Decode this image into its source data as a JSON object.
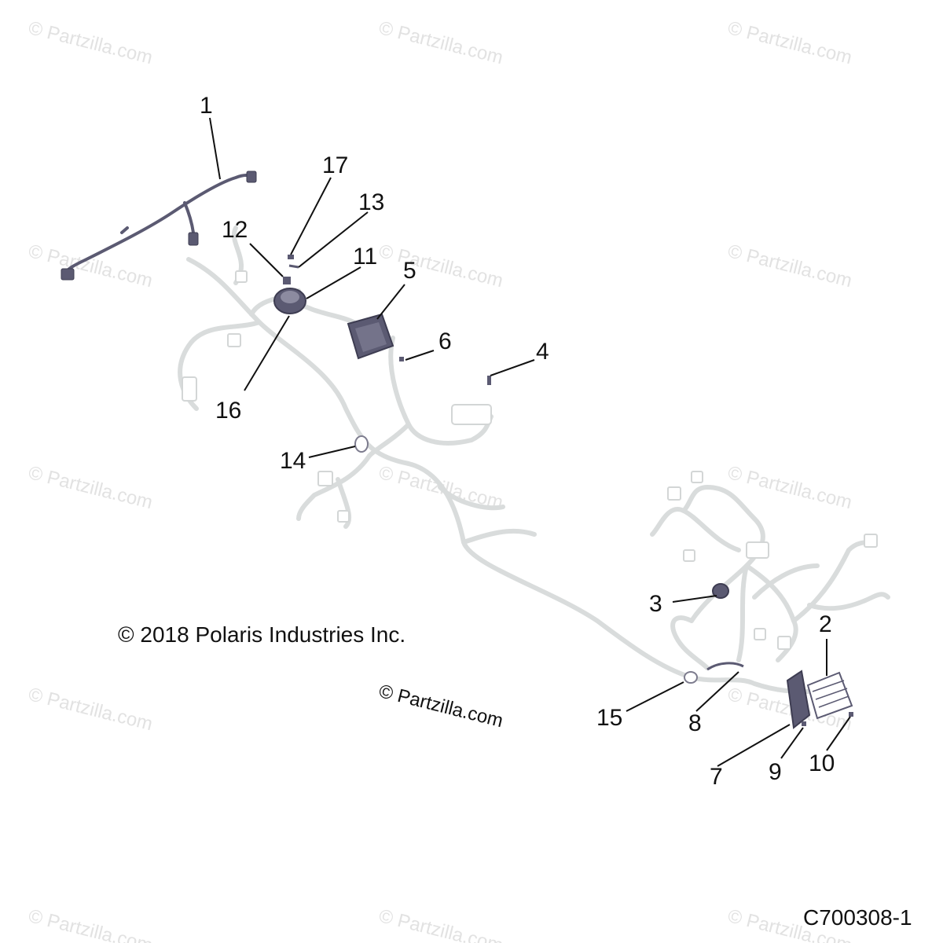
{
  "watermark_text": "© Partzilla.com",
  "copyright": "© 2018 Polaris Industries Inc.",
  "diagram_id": "C700308-1",
  "callouts": [
    "1",
    "2",
    "3",
    "4",
    "5",
    "6",
    "7",
    "8",
    "9",
    "10",
    "11",
    "12",
    "13",
    "14",
    "15",
    "16",
    "17"
  ],
  "colors": {
    "harness_faint": "#d9dcdc",
    "part_dark": "#5b5a72",
    "leader": "#111111",
    "watermark": "#e2e2e2"
  }
}
